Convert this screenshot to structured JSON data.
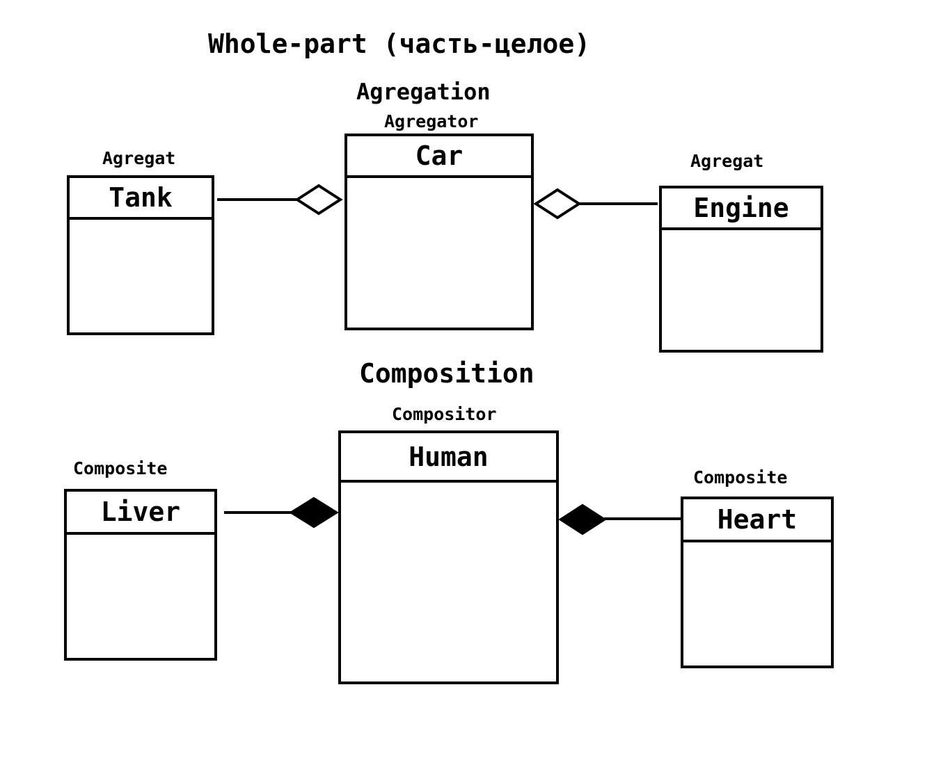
{
  "diagram": {
    "title": "Whole-part (часть-целое)",
    "aggregation": {
      "heading": "Agregation",
      "whole": {
        "role": "Agregator",
        "name": "Car"
      },
      "parts": [
        {
          "role": "Agregat",
          "name": "Tank"
        },
        {
          "role": "Agregat",
          "name": "Engine"
        }
      ]
    },
    "composition": {
      "heading": "Composition",
      "whole": {
        "role": "Compositor",
        "name": "Human"
      },
      "parts": [
        {
          "role": "Composite",
          "name": "Liver"
        },
        {
          "role": "Composite",
          "name": "Heart"
        }
      ]
    },
    "colors": {
      "stroke": "#000000",
      "background": "#ffffff"
    }
  }
}
